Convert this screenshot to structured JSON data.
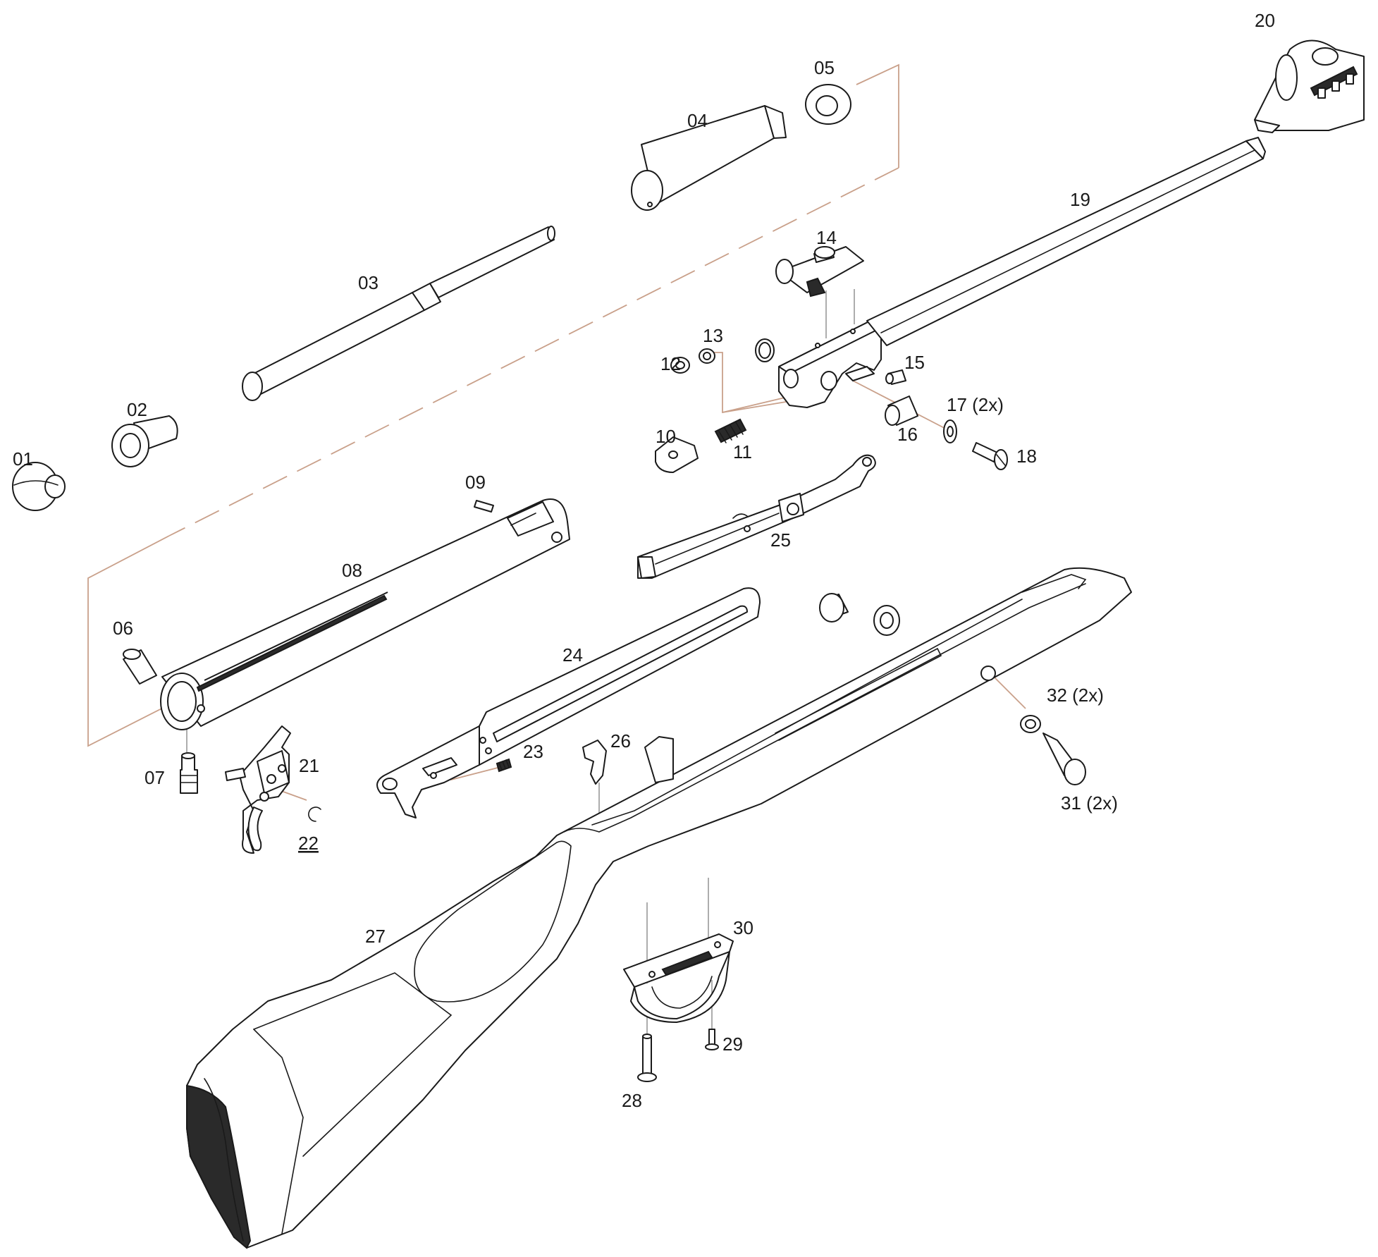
{
  "colors": {
    "line": "#1a1a1a",
    "leader": "#c9a08a",
    "background": "#ffffff"
  },
  "labels": {
    "p01": "01",
    "p02": "02",
    "p03": "03",
    "p04": "04",
    "p05": "05",
    "p06": "06",
    "p07": "07",
    "p08": "08",
    "p09": "09",
    "p10": "10",
    "p11": "11",
    "p12": "12",
    "p13": "13",
    "p14": "14",
    "p15": "15",
    "p16": "16",
    "p17": "17 (2x)",
    "p18": "18",
    "p19": "19",
    "p20": "20",
    "p21": "21",
    "p22": "22",
    "p23": "23",
    "p24": "24",
    "p25": "25",
    "p26": "26",
    "p27": "27",
    "p28": "28",
    "p29": "29",
    "p30": "30",
    "p31": "31 (2x)",
    "p32": "32 (2x)"
  }
}
